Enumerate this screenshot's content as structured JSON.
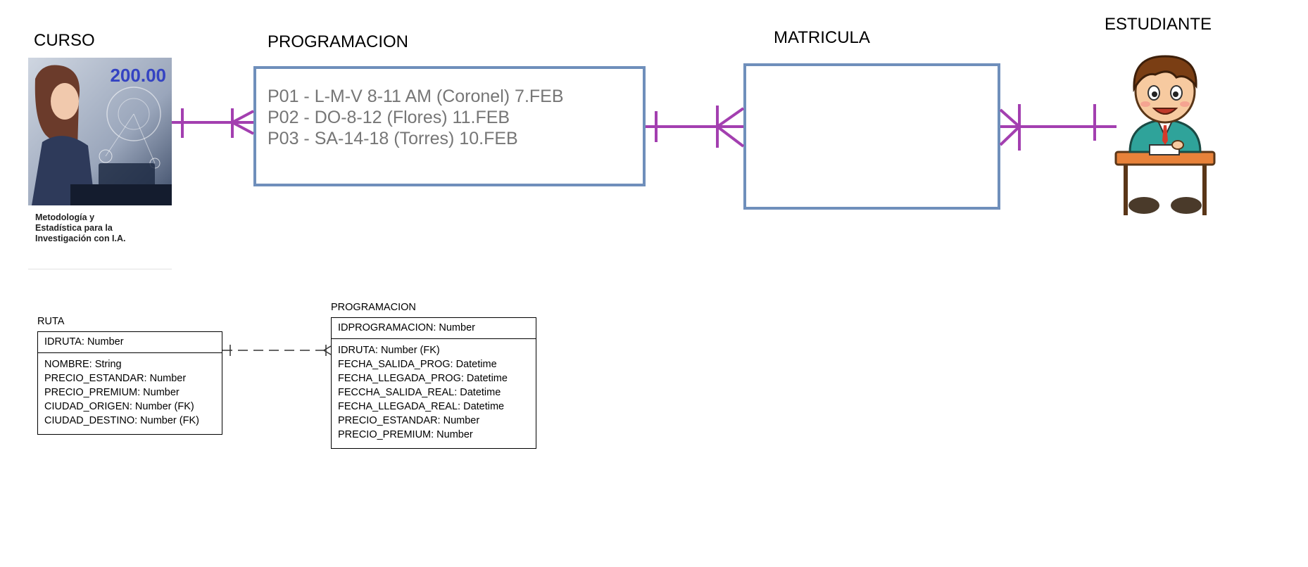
{
  "diagram": {
    "labels": {
      "curso": "CURSO",
      "programacion": "PROGRAMACION",
      "matricula": "MATRICULA",
      "estudiante": "ESTUDIANTE"
    },
    "curso_card": {
      "price": "200.00",
      "name": "Metodología y Estadística para la Investigación con I.A."
    },
    "programacion_entries": [
      "P01 - L-M-V 8-11 AM (Coronel) 7.FEB",
      "P02 - DO-8-12 (Flores) 11.FEB",
      "P03 - SA-14-18 (Torres) 10.FEB"
    ],
    "colors": {
      "relation": "#a33fb0",
      "entity_border": "#6f8fbb",
      "text_gray": "#767676",
      "price": "#3443c2"
    }
  },
  "model": {
    "ruta": {
      "title": "RUTA",
      "pk": "IDRUTA: Number",
      "fields": [
        "NOMBRE: String",
        "PRECIO_ESTANDAR: Number",
        "PRECIO_PREMIUM: Number",
        "CIUDAD_ORIGEN: Number (FK)",
        "CIUDAD_DESTINO: Number (FK)"
      ]
    },
    "programacion": {
      "title": "PROGRAMACION",
      "pk": "IDPROGRAMACION: Number",
      "fields": [
        "IDRUTA: Number (FK)",
        "FECHA_SALIDA_PROG: Datetime",
        "FECHA_LLEGADA_PROG: Datetime",
        "FECCHA_SALIDA_REAL: Datetime",
        "FECHA_LLEGADA_REAL: Datetime",
        "PRECIO_ESTANDAR: Number",
        "PRECIO_PREMIUM: Number"
      ]
    }
  }
}
